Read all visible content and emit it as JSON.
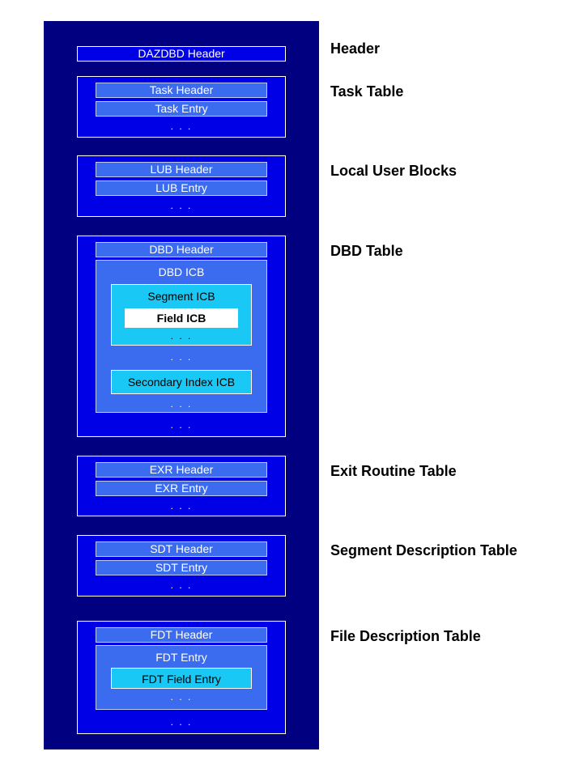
{
  "diagram": {
    "header_bar": "DAZDBD Header",
    "ellipsis": ". . .",
    "task": {
      "header": "Task Header",
      "entry": "Task Entry"
    },
    "lub": {
      "header": "LUB Header",
      "entry": "LUB Entry"
    },
    "dbd": {
      "header": "DBD Header",
      "icb": "DBD ICB",
      "segment_icb": "Segment ICB",
      "field_icb": "Field ICB",
      "secondary_index_icb": "Secondary Index ICB"
    },
    "exr": {
      "header": "EXR Header",
      "entry": "EXR Entry"
    },
    "sdt": {
      "header": "SDT Header",
      "entry": "SDT Entry"
    },
    "fdt": {
      "header": "FDT Header",
      "entry": "FDT Entry",
      "field_entry": "FDT Field Entry"
    }
  },
  "side_labels": {
    "header": "Header",
    "task_table": "Task Table",
    "local_user_blocks": "Local User Blocks",
    "dbd_table": "DBD Table",
    "exit_routine_table": "Exit Routine Table",
    "segment_description_table": "Segment Description Table",
    "file_description_table": "File Description Table"
  },
  "colors": {
    "background_panel": "#000080",
    "section_box": "#0000e6",
    "entry_bar": "#3b6cf0",
    "icb_highlight": "#19c8f5",
    "field_icb": "#ffffff"
  }
}
